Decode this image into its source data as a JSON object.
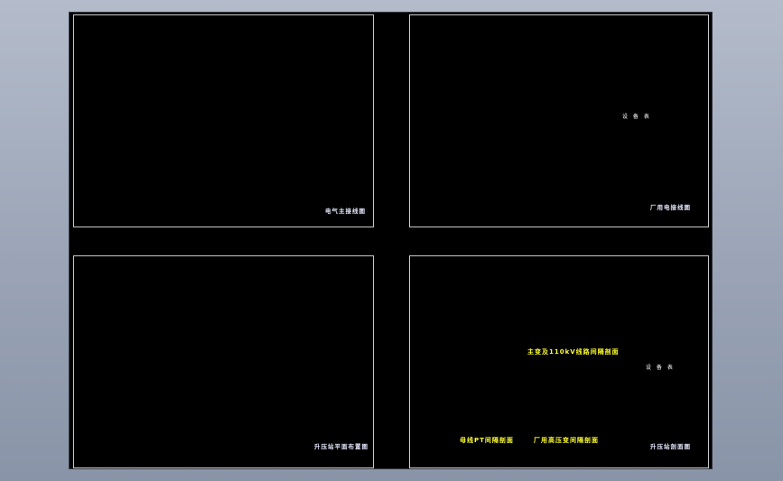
{
  "sheets": [
    {
      "id": "s1",
      "title": "电气主接线图"
    },
    {
      "id": "s2",
      "title": "厂用电接线图",
      "table_title": "设 备 表"
    },
    {
      "id": "s3",
      "title": "升压站平面布置图"
    },
    {
      "id": "s4",
      "title": "升压站剖面图",
      "table_title": "设 备 表"
    }
  ],
  "captions": {
    "main_section": "主变及110kV线路间隔剖面",
    "pt_section": "母线PT间隔剖面",
    "hv_section": "厂用高压变间隔剖面"
  },
  "colors": {
    "background": "#000000",
    "line_green": "#20e020",
    "line_yellow": "#ffff30",
    "line_white": "#e0e0e0",
    "line_cyan": "#20d0d0",
    "line_magenta": "#e040e0",
    "chrome": "#a8b0c0"
  }
}
